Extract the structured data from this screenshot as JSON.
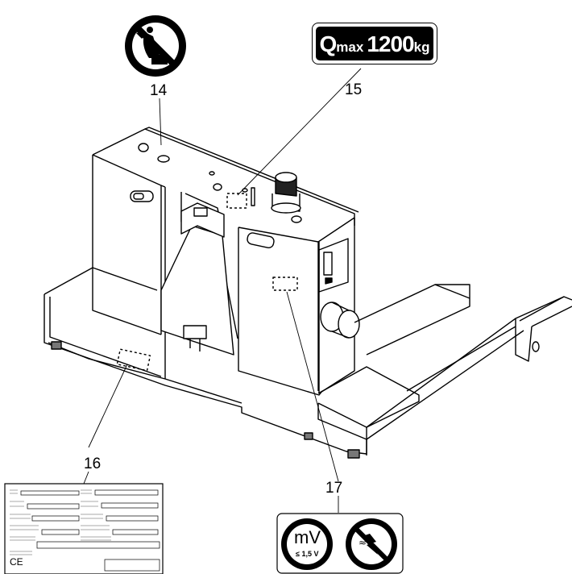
{
  "callouts": {
    "c14": "14",
    "c15": "15",
    "c16": "16",
    "c17": "17"
  },
  "load_label": {
    "q": "Q",
    "max": "max",
    "value": "1200",
    "unit": "kg"
  },
  "voltage_label": {
    "unit": "mV",
    "threshold": "≤ 1,5 V",
    "symbol": "≈"
  },
  "nameplate": {
    "ce_mark": "CE"
  },
  "icons": {
    "no_riding": "no-riding-prohibition-icon",
    "no_spark": "no-electric-prohibition-icon"
  }
}
